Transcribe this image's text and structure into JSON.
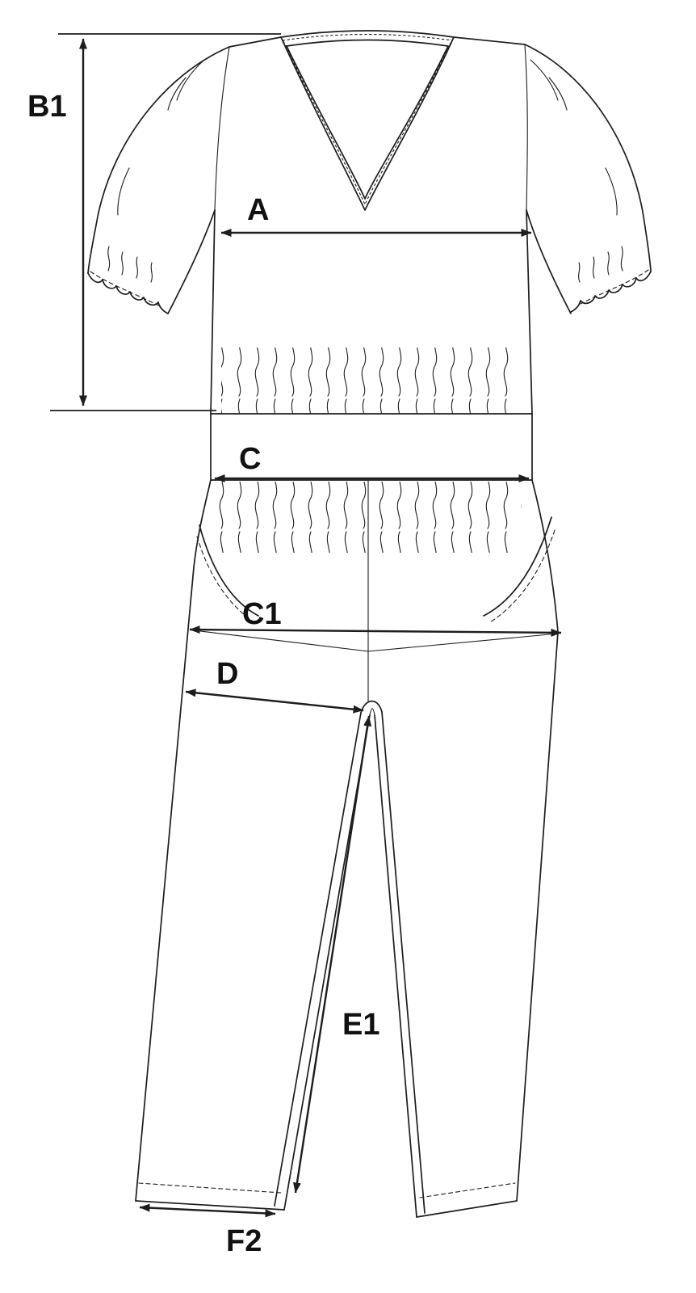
{
  "diagram": {
    "labels": {
      "b1": "B1",
      "a": "A",
      "c": "C",
      "c1": "C1",
      "d": "D",
      "e1": "E1",
      "f2": "F2"
    },
    "colors": {
      "line": "#1d1d1d",
      "background": "#ffffff",
      "label_text": "#111111"
    }
  }
}
